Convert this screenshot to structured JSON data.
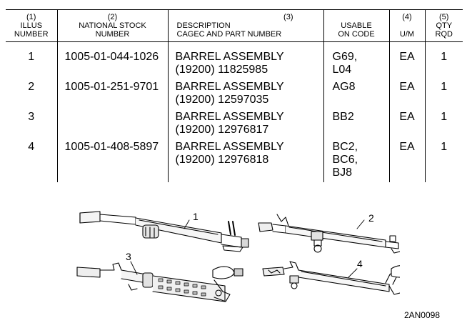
{
  "table": {
    "headers": {
      "illus": {
        "num": "(1)",
        "line1": "ILLUS",
        "line2": "NUMBER"
      },
      "nsn": {
        "num": "(2)",
        "line1": "NATIONAL STOCK",
        "line2": "NUMBER"
      },
      "desc": {
        "num": "(3)",
        "line1": "DESCRIPTION",
        "line2": "CAGEC AND PART NUMBER"
      },
      "usable": {
        "line1": "USABLE",
        "line2": "ON CODE"
      },
      "um": {
        "num": "(4)",
        "line1": "U/M"
      },
      "qty": {
        "num": "(5)",
        "line1": "QTY",
        "line2": "RQD"
      }
    },
    "rows": [
      {
        "illus": "1",
        "nsn": "1005-01-044-1026",
        "desc1": "BARREL ASSEMBLY",
        "desc2": "(19200)  11825985",
        "usable1": "G69,",
        "usable2": "L04",
        "usable3": "",
        "um": "EA",
        "qty": "1"
      },
      {
        "illus": "2",
        "nsn": "1005-01-251-9701",
        "desc1": "BARREL ASSEMBLY",
        "desc2": "(19200)  12597035",
        "usable1": "AG8",
        "usable2": "",
        "usable3": "",
        "um": "EA",
        "qty": "1"
      },
      {
        "illus": "3",
        "nsn": "",
        "desc1": "BARREL ASSEMBLY",
        "desc2": "(19200)  12976817",
        "usable1": "BB2",
        "usable2": "",
        "usable3": "",
        "um": "EA",
        "qty": "1"
      },
      {
        "illus": "4",
        "nsn": "1005-01-408-5897",
        "desc1": "BARREL ASSEMBLY",
        "desc2": "(19200)  12976818",
        "usable1": "BC2,",
        "usable2": "BC6,",
        "usable3": "BJ8",
        "um": "EA",
        "qty": "1"
      }
    ]
  },
  "illustration": {
    "callouts": [
      "1",
      "2",
      "3",
      "4"
    ],
    "figure_code": "2AN0098"
  }
}
